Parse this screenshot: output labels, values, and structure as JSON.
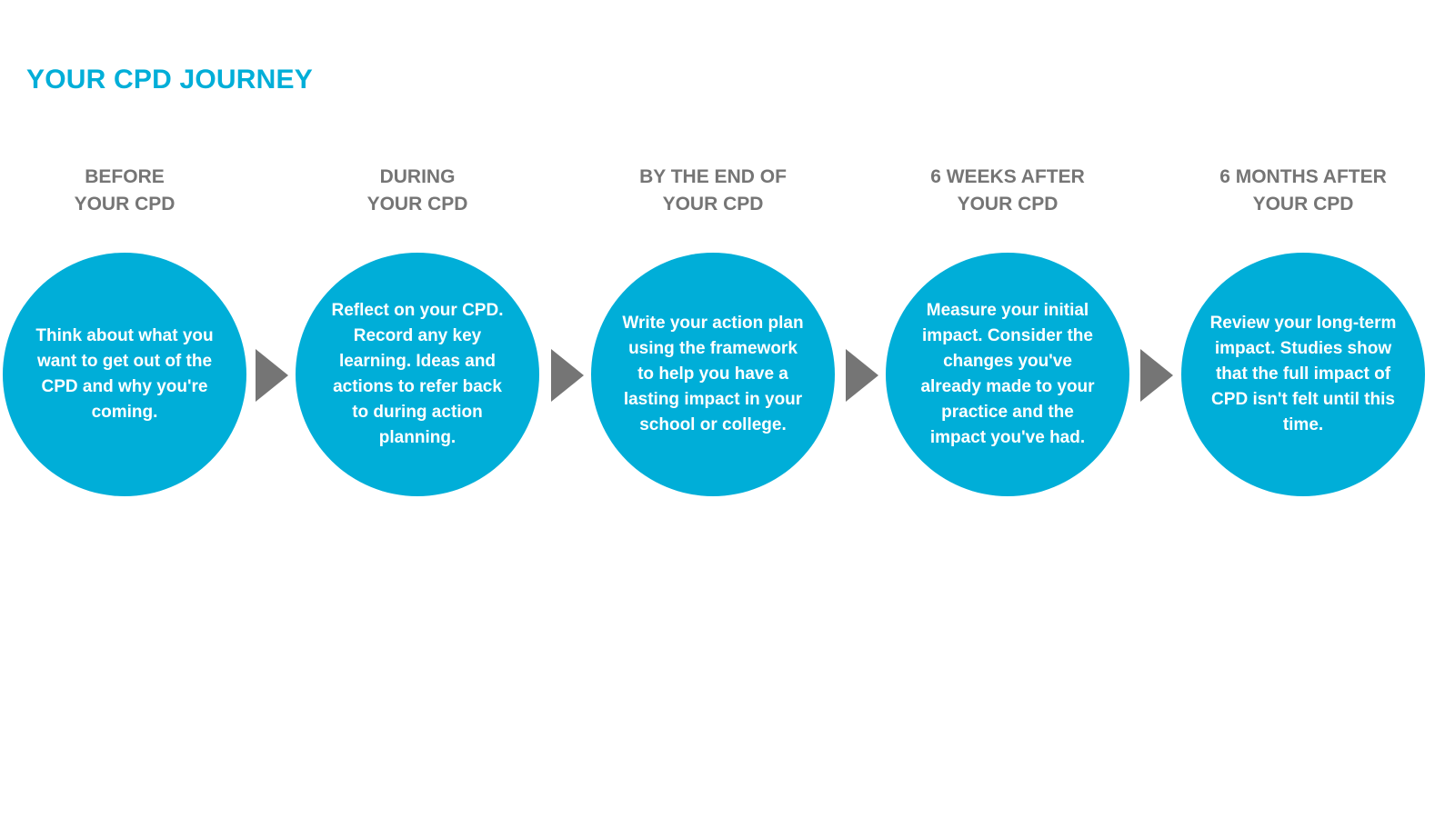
{
  "title": "YOUR CPD JOURNEY",
  "colors": {
    "title": "#00aed8",
    "circle": "#00aed8",
    "heading": "#757575",
    "arrow": "#757575",
    "circle_text": "#ffffff"
  },
  "stages": [
    {
      "heading_line1": "BEFORE",
      "heading_line2": "YOUR CPD",
      "text": "Think about what you want to get out of the CPD and why you're coming."
    },
    {
      "heading_line1": "DURING",
      "heading_line2": "YOUR CPD",
      "text": "Reflect on your CPD. Record any key learning. Ideas and actions to refer back to during action planning."
    },
    {
      "heading_line1": "BY THE END OF",
      "heading_line2": "YOUR CPD",
      "text": "Write your action plan using the framework to help you have a lasting impact in your school or college."
    },
    {
      "heading_line1": "6 WEEKS AFTER",
      "heading_line2": "YOUR CPD",
      "text": "Measure your initial impact. Consider the changes you've already made to your practice and the impact you've had."
    },
    {
      "heading_line1": "6 MONTHS AFTER",
      "heading_line2": "YOUR CPD",
      "text": "Review your long-term impact. Studies show that the full impact of CPD isn't felt until this time."
    }
  ]
}
